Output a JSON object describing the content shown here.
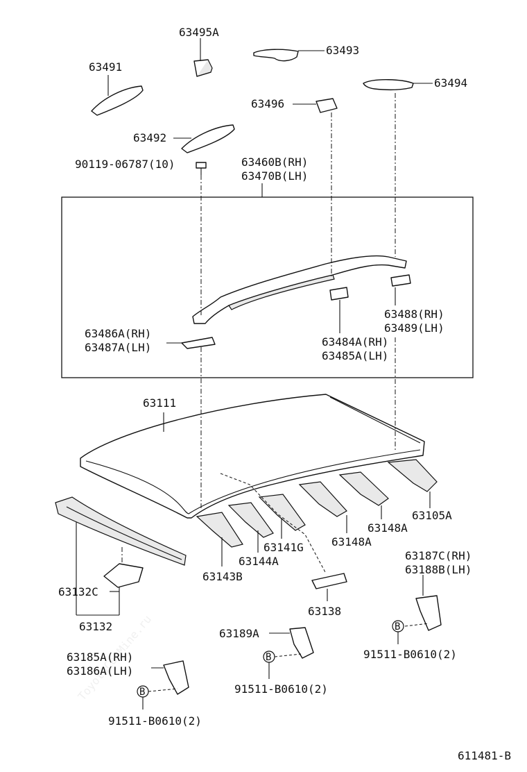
{
  "watermark": "ToyotaCarMine.ru",
  "diagram_id": "611481-B",
  "labels": {
    "p63495A": "63495A",
    "p63493": "63493",
    "p63491": "63491",
    "p63494": "63494",
    "p63496": "63496",
    "p63492": "63492",
    "p90119": "90119-06787(10)",
    "p63460B": "63460B(RH)",
    "p63470B": "63470B(LH)",
    "p63488": "63488(RH)",
    "p63489": "63489(LH)",
    "p63486A": "63486A(RH)",
    "p63487A": "63487A(LH)",
    "p63484A": "63484A(RH)",
    "p63485A": "63485A(LH)",
    "p63111": "63111",
    "p63105A": "63105A",
    "p63148A_1": "63148A",
    "p63148A_2": "63148A",
    "p63141G": "63141G",
    "p63144A": "63144A",
    "p63143B": "63143B",
    "p63132C": "63132C",
    "p63132": "63132",
    "p63187C": "63187C(RH)",
    "p63188B": "63188B(LH)",
    "p63138": "63138",
    "p63189A": "63189A",
    "p91511_a": "91511-B0610(2)",
    "p91511_b": "91511-B0610(2)",
    "p91511_c": "91511-B0610(2)",
    "p63185A": "63185A(RH)",
    "p63186A": "63186A(LH)"
  },
  "bolt_marks": {
    "b1": "B",
    "b2": "B",
    "b3": "B"
  }
}
